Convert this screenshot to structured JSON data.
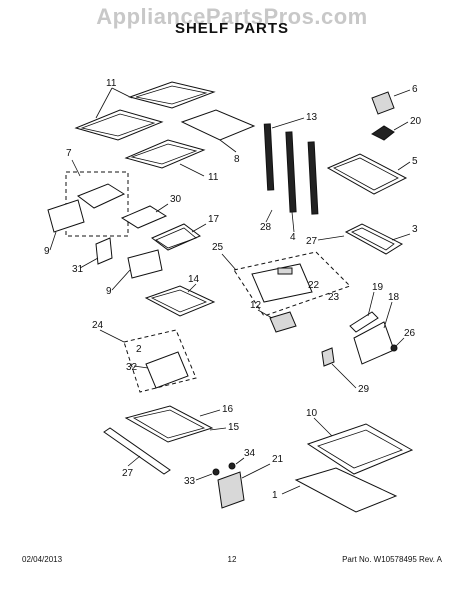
{
  "watermark": "AppliancePartsPros.com",
  "title": "SHELF PARTS",
  "footer": {
    "date": "02/04/2013",
    "page": "12",
    "part_no": "Part No.  W10578495  Rev. A"
  },
  "callouts": [
    "11",
    "8",
    "13",
    "6",
    "20",
    "5",
    "7",
    "30",
    "17",
    "9",
    "31",
    "28",
    "4",
    "27",
    "3",
    "25",
    "22",
    "23",
    "9",
    "14",
    "12",
    "19",
    "18",
    "26",
    "24",
    "2",
    "32",
    "29",
    "16",
    "15",
    "27",
    "10",
    "34",
    "21",
    "33",
    "1",
    "11"
  ]
}
